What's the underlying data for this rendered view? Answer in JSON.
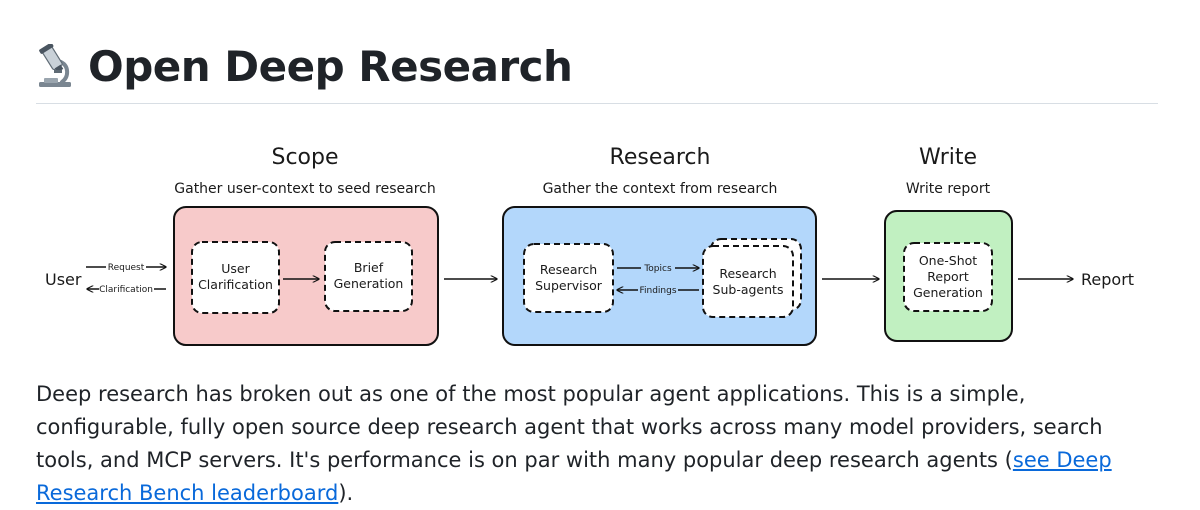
{
  "heading": {
    "icon": "microscope-icon",
    "title": "Open Deep Research"
  },
  "diagram": {
    "stages": [
      {
        "title": "Scope",
        "subtitle": "Gather user-context to seed research",
        "color": "#f7caca"
      },
      {
        "title": "Research",
        "subtitle": "Gather the context from research",
        "color": "#b3d7fb"
      },
      {
        "title": "Write",
        "subtitle": "Write report",
        "color": "#c1f0c1"
      }
    ],
    "nodes": {
      "user_clarification": [
        "User",
        "Clarification"
      ],
      "brief_generation": [
        "Brief",
        "Generation"
      ],
      "research_supervisor": [
        "Research",
        "Supervisor"
      ],
      "research_subagents": [
        "Research",
        "Sub-agents"
      ],
      "one_shot_report": [
        "One-Shot",
        "Report",
        "Generation"
      ]
    },
    "edges": {
      "request": "Request",
      "clarification": "Clarification",
      "topics": "Topics",
      "findings": "Findings"
    },
    "endpoints": {
      "user": "User",
      "report": "Report"
    }
  },
  "description": {
    "text_before_link": "Deep research has broken out as one of the most popular agent applications. This is a simple, configurable, fully open source deep research agent that works across many model providers, search tools, and MCP servers. It's performance is on par with many popular deep research agents (",
    "link_text": "see Deep Research Bench leaderboard",
    "text_after_link": ")."
  }
}
